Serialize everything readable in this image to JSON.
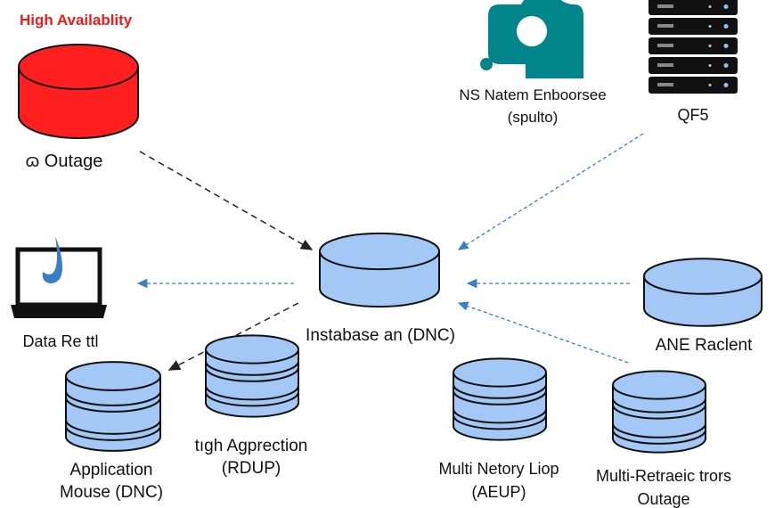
{
  "title": "High Availablity",
  "colors": {
    "title": "#ee1c1c",
    "outage_db": "#ff1f1f",
    "db": "#a3c8f5",
    "teal": "#00858a",
    "link_blue": "#3b7dc4",
    "link_black": "#222222"
  },
  "nodes": {
    "outage": {
      "label": "ɷ Outage",
      "icon": "database-icon"
    },
    "network": {
      "line1": "NS Natem Enboorsee",
      "line2": "(spulto)",
      "icon": "camera-icon"
    },
    "server": {
      "label": "QF5",
      "icon": "server-rack-icon"
    },
    "central": {
      "label": "Instabase an (DNC)",
      "icon": "database-icon"
    },
    "laptop": {
      "label": "Data Re ttl",
      "icon": "laptop-icon"
    },
    "right": {
      "label": "ANE Raclent",
      "icon": "database-icon"
    },
    "application": {
      "line1": "Application",
      "line2": "Mouse (DNC)",
      "icon": "database-icon"
    },
    "agprection": {
      "line1": "tıgh Agprection",
      "line2": "(RDUP)",
      "icon": "database-icon"
    },
    "multi_netory": {
      "line1": "Multi Netory Liop",
      "line2": "(AEUP)",
      "icon": "database-icon"
    },
    "multi_retr": {
      "line1": "Multi-Retraeic trors",
      "line2": "Outage",
      "icon": "database-icon"
    }
  }
}
